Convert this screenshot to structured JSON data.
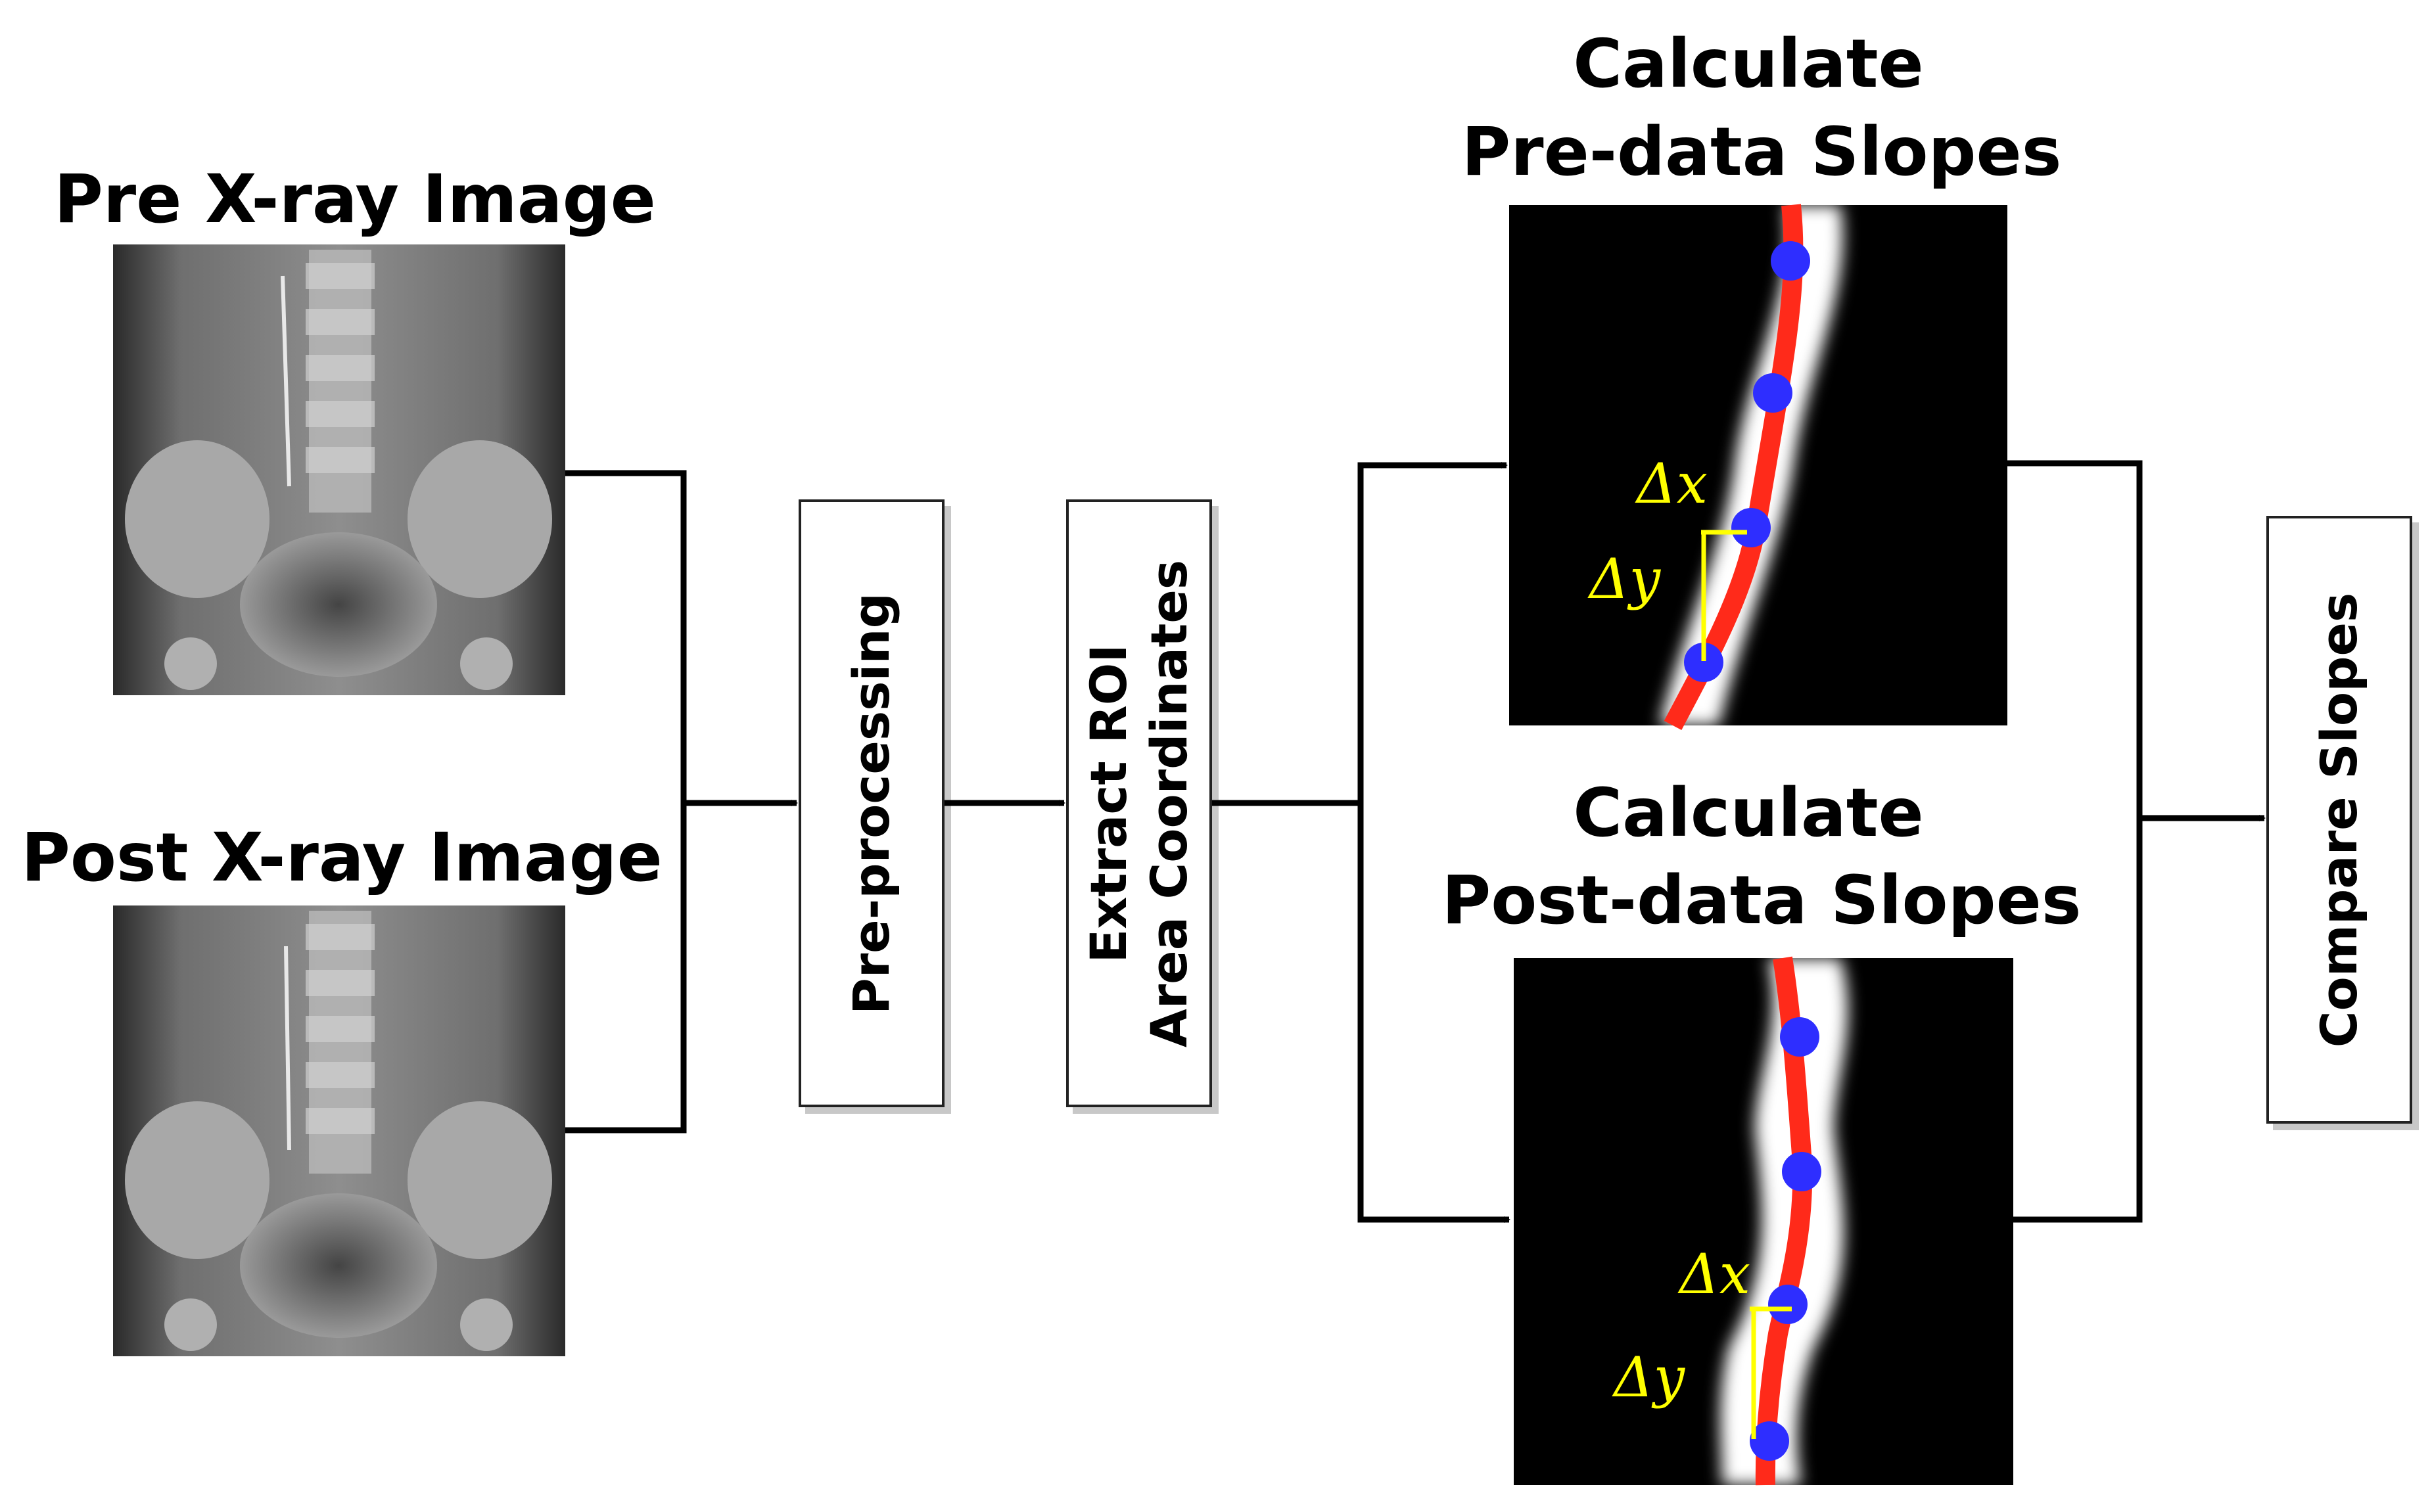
{
  "inputs": {
    "pre_title": "Pre X-ray Image",
    "post_title": "Post X-ray Image"
  },
  "steps": {
    "preprocessing": "Pre-processing",
    "extract_line1": "Extract ROI",
    "extract_line2": "Area Coordinates",
    "compare": "Compare Slopes"
  },
  "slopes": {
    "pre_line1": "Calculate",
    "pre_line2": "Pre-data Slopes",
    "post_line1": "Calculate",
    "post_line2": "Post-data Slopes",
    "delta_x": "Δx",
    "delta_y": "Δy"
  },
  "colors": {
    "curve": "#ff2a1a",
    "point": "#2e2eff",
    "annotation": "#ffff00",
    "roi_background": "#000000",
    "roi_band": "#ffffff"
  }
}
